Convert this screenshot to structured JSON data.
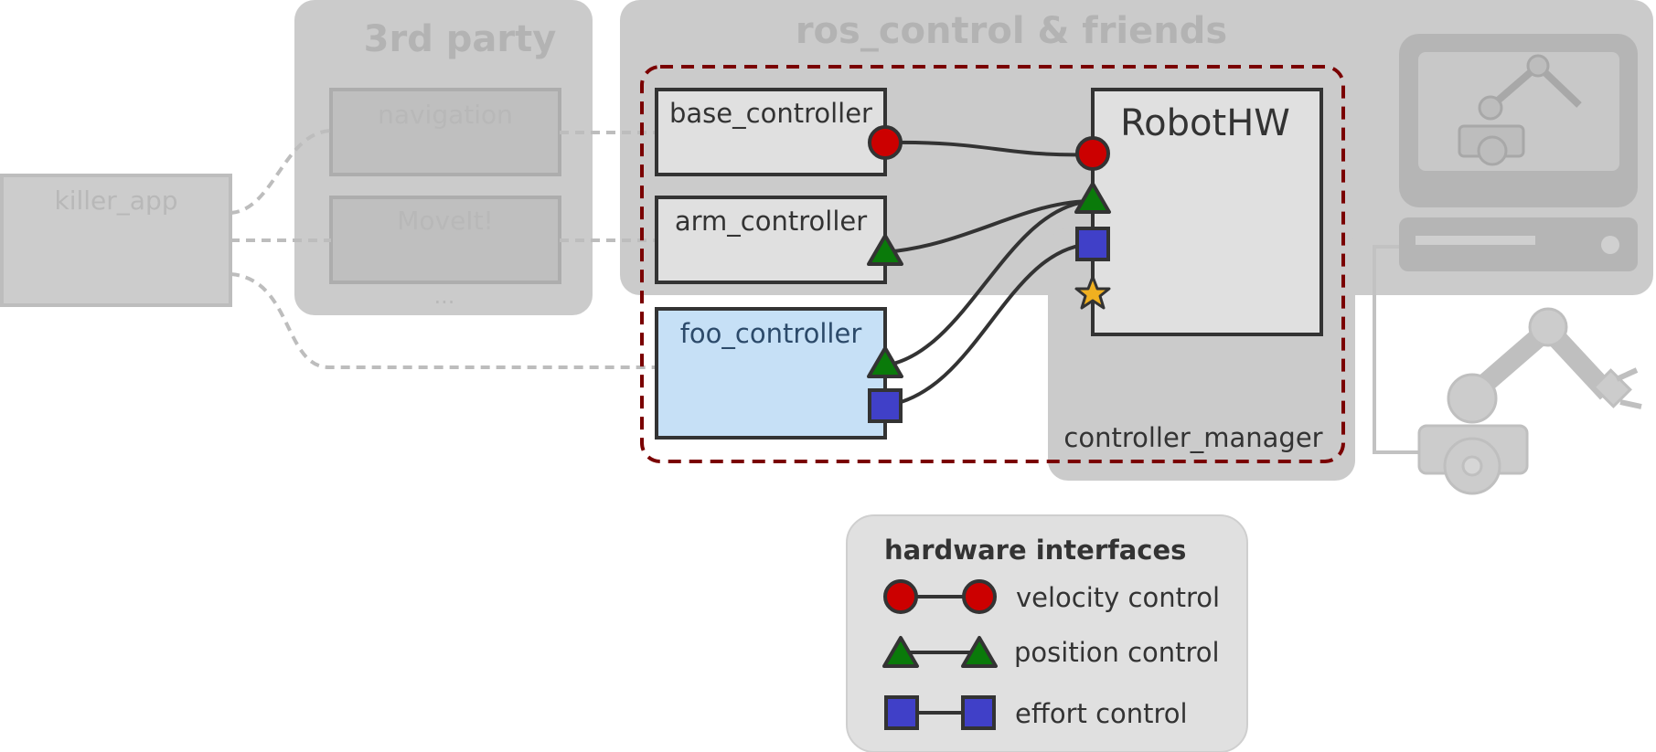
{
  "groups": {
    "third_party": "3rd party",
    "ros_control": "ros_control & friends",
    "controller_manager": "controller_manager"
  },
  "apps": {
    "killer_app": "killer_app",
    "navigation": "navigation",
    "moveit": "MoveIt!",
    "ellipsis": "..."
  },
  "controllers": {
    "base": "base_controller",
    "arm": "arm_controller",
    "foo": "foo_controller"
  },
  "robot_hw": "RobotHW",
  "legend": {
    "title": "hardware interfaces",
    "velocity": "velocity control",
    "position": "position control",
    "effort": "effort control"
  },
  "colors": {
    "velocity": "#cc0000",
    "position": "#0a7a0a",
    "effort": "#4040c8",
    "custom": "#f0b020",
    "controller_manager_border": "#7a0000",
    "foo_fill": "#c6e0f6"
  }
}
